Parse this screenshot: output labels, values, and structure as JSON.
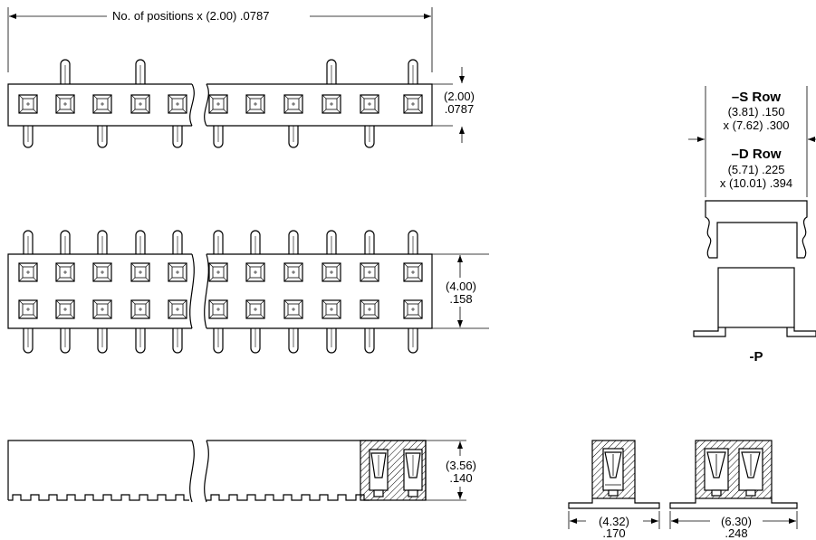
{
  "top_view": {
    "length_label": "No. of positions x (2.00) .0787",
    "pitch_metric": "(2.00)",
    "pitch_inch": ".0787"
  },
  "dual_row_view": {
    "row_spacing_metric": "(4.00)",
    "row_spacing_inch": ".158"
  },
  "side_view": {
    "height_metric": "(3.56)",
    "height_inch": ".140"
  },
  "end_view": {
    "s_row_title": "–S Row",
    "s_row_line1": "(3.81) .150",
    "s_row_line2": "x (7.62) .300",
    "d_row_title": "–D Row",
    "d_row_line1": "(5.71) .225",
    "d_row_line2": "x (10.01) .394",
    "option_label": "-P"
  },
  "sections": {
    "single_width_metric": "(4.32)",
    "single_width_inch": ".170",
    "double_width_metric": "(6.30)",
    "double_width_inch": ".248"
  },
  "colors": {
    "line": "#000000",
    "background": "#ffffff"
  }
}
